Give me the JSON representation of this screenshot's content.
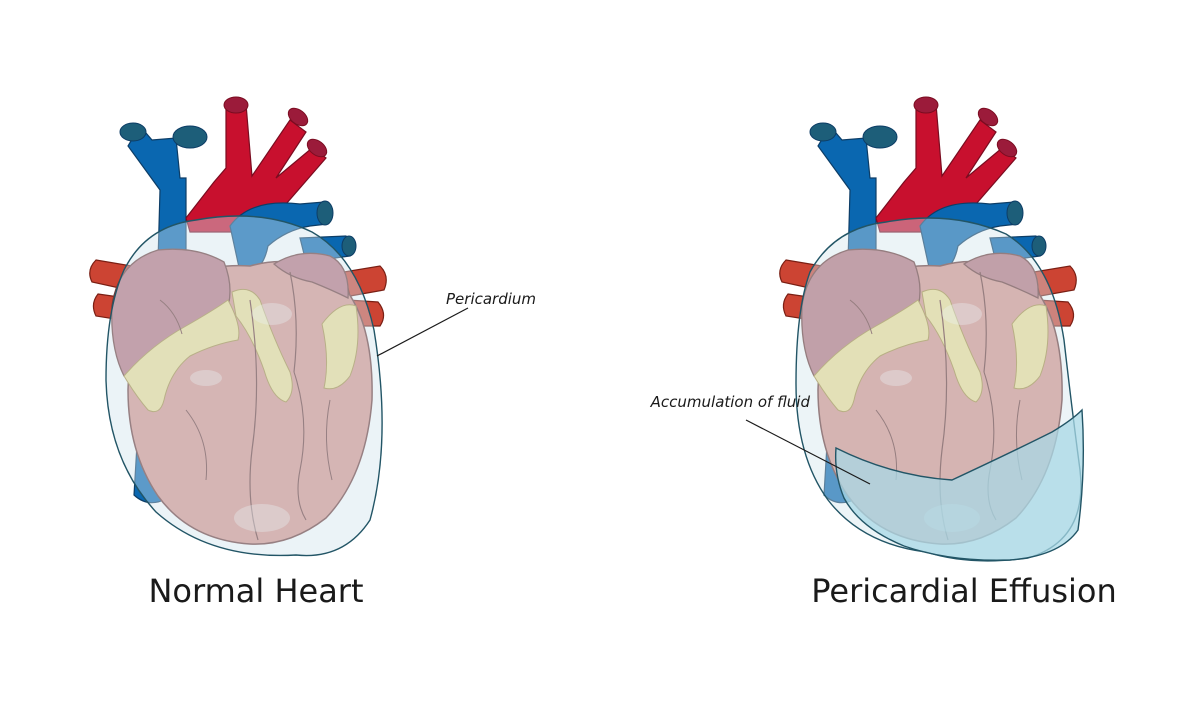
{
  "panels": [
    {
      "id": "normal",
      "title": "Normal Heart",
      "callout": "Pericardium"
    },
    {
      "id": "effusion",
      "title": "Pericardial Effusion",
      "callout": "Accumulation of fluid"
    }
  ],
  "colors": {
    "artery": "#c8102e",
    "artery_cap": "#9b1b3a",
    "vein": "#0a67b0",
    "vein_cap": "#1d5e79",
    "pulmonary": "#cc4433",
    "muscle": "#d9958c",
    "atrium": "#b8737e",
    "fat": "#f0de94",
    "pericardium": "#cfe3ec",
    "pericardium_outline": "#225566",
    "fluid": "#a8d8e6"
  }
}
